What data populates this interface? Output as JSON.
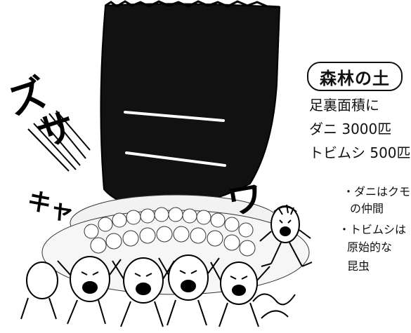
{
  "title": "森林の土",
  "stats": {
    "line1": "足裏面積に",
    "line2": "ダニ 3000匹",
    "line3": "トビムシ 500匹"
  },
  "notes": {
    "n1": "・ダニはクモ",
    "n2": "の仲間",
    "n3": "・トビムシは",
    "n4": "原始的な",
    "n5": "昆虫"
  },
  "sfx": {
    "zusa1": "ズ",
    "zusa2": "サ",
    "kya": "キャ",
    "wa": "ワ"
  }
}
